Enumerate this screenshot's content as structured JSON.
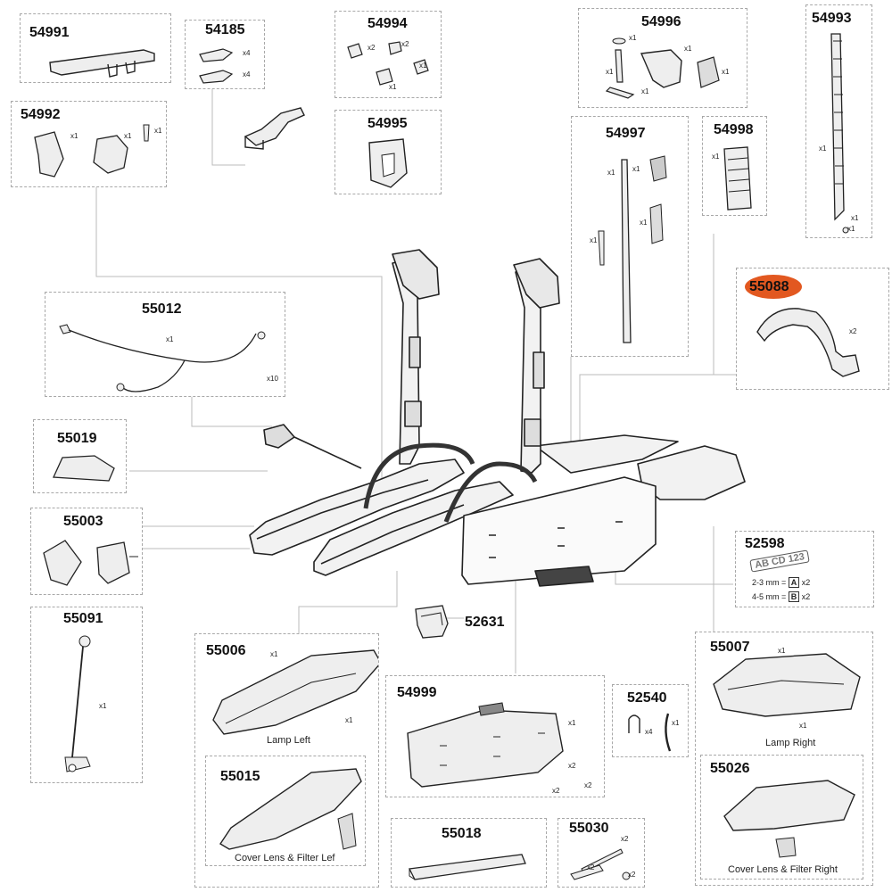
{
  "parts": [
    {
      "id": "54991",
      "qty": []
    },
    {
      "id": "54185",
      "qty": [
        "x4",
        "x4"
      ]
    },
    {
      "id": "54994",
      "qty": [
        "x2",
        "x2",
        "x1",
        "x1"
      ]
    },
    {
      "id": "54996",
      "qty": [
        "x1",
        "x1",
        "x1",
        "x1",
        "x1"
      ]
    },
    {
      "id": "54993",
      "qty": [
        "x1",
        "x1",
        "x1"
      ]
    },
    {
      "id": "54992",
      "qty": [
        "x1",
        "x1",
        "x1"
      ]
    },
    {
      "id": "54995",
      "qty": []
    },
    {
      "id": "54997",
      "qty": [
        "x1",
        "x1",
        "x1",
        "x1"
      ]
    },
    {
      "id": "54998",
      "qty": [
        "x1"
      ]
    },
    {
      "id": "55088",
      "qty": [
        "x2"
      ],
      "highlight_color": "#e25820"
    },
    {
      "id": "55012",
      "qty": [
        "x1",
        "x10"
      ]
    },
    {
      "id": "55019",
      "qty": []
    },
    {
      "id": "55003",
      "qty": []
    },
    {
      "id": "52598",
      "qty": [
        "x2",
        "x2"
      ],
      "plate_text": "AB CD 123",
      "lines": [
        {
          "label": "2-3 mm =",
          "letter": "A"
        },
        {
          "label": "4-5 mm =",
          "letter": "B"
        }
      ]
    },
    {
      "id": "55091",
      "qty": [
        "x1"
      ]
    },
    {
      "id": "52631",
      "qty": []
    },
    {
      "id": "55006",
      "qty": [
        "x1",
        "x1"
      ],
      "caption": "Lamp Left"
    },
    {
      "id": "55015",
      "qty": [],
      "caption": "Cover Lens & Filter Lef"
    },
    {
      "id": "54999",
      "qty": [
        "x1",
        "x2",
        "x2",
        "x2"
      ]
    },
    {
      "id": "52540",
      "qty": [
        "x4",
        "x1"
      ]
    },
    {
      "id": "55007",
      "qty": [
        "x1",
        "x1"
      ],
      "caption": "Lamp Right"
    },
    {
      "id": "55026",
      "qty": [],
      "caption": "Cover Lens & Filter Right"
    },
    {
      "id": "55018",
      "qty": []
    },
    {
      "id": "55030",
      "qty": [
        "x2",
        "x2",
        "x2"
      ]
    }
  ]
}
